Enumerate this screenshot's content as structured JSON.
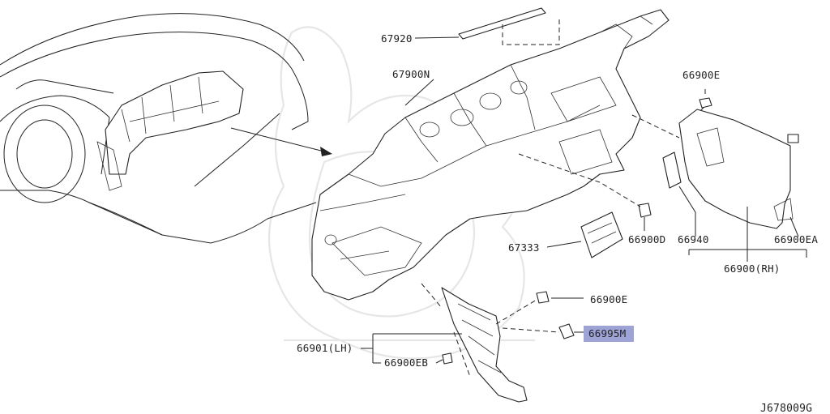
{
  "diagram": {
    "part_numbers": {
      "p67920": "67920",
      "p67900n": "67900N",
      "p66900e_top": "66900E",
      "p67333": "67333",
      "p66900d": "66900D",
      "p66940": "66940",
      "p66900ea": "66900EA",
      "p66900rh": "66900(RH)",
      "p66900e_mid": "66900E",
      "p66995m": "66995M",
      "p66901lh": "66901(LH)",
      "p66900eb": "66900EB"
    },
    "drawing_code": "J678009G",
    "highlight_color": "#9ea3d6",
    "line_color": "#222222"
  }
}
